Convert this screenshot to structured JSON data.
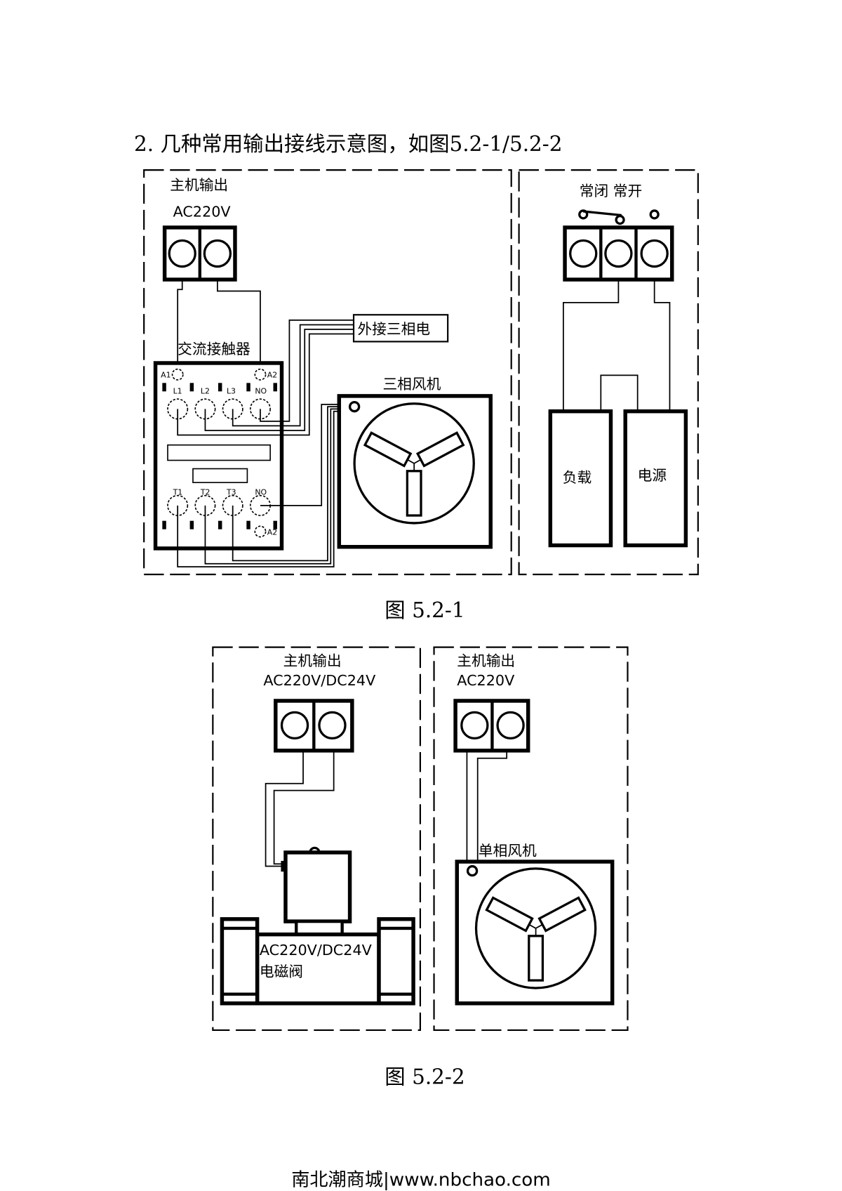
{
  "heading": "2. 几种常用输出接线示意图，如图5.2-1/5.2-2",
  "figure1": {
    "caption": "图 5.2-1",
    "left": {
      "host_output": "主机输出",
      "voltage": "AC220V",
      "contactor": "交流接触器",
      "external_three_phase": "外接三相电",
      "three_phase_fan": "三相风机",
      "terminals_top": [
        "A1",
        "A2",
        "L1",
        "L2",
        "L3",
        "NO"
      ],
      "terminals_bottom": [
        "T1",
        "T2",
        "T3",
        "NO",
        "A2"
      ]
    },
    "right": {
      "nc_no": "常闭 常开",
      "load": "负载",
      "power": "电源"
    }
  },
  "figure2": {
    "caption": "图 5.2-2",
    "left": {
      "host_output": "主机输出",
      "voltage": "AC220V/DC24V",
      "valve_voltage": "AC220V/DC24V",
      "valve": "电磁阀"
    },
    "right": {
      "host_output": "主机输出",
      "voltage": "AC220V",
      "single_phase_fan": "单相风机"
    }
  },
  "footer": "南北潮商城|www.nbchao.com"
}
